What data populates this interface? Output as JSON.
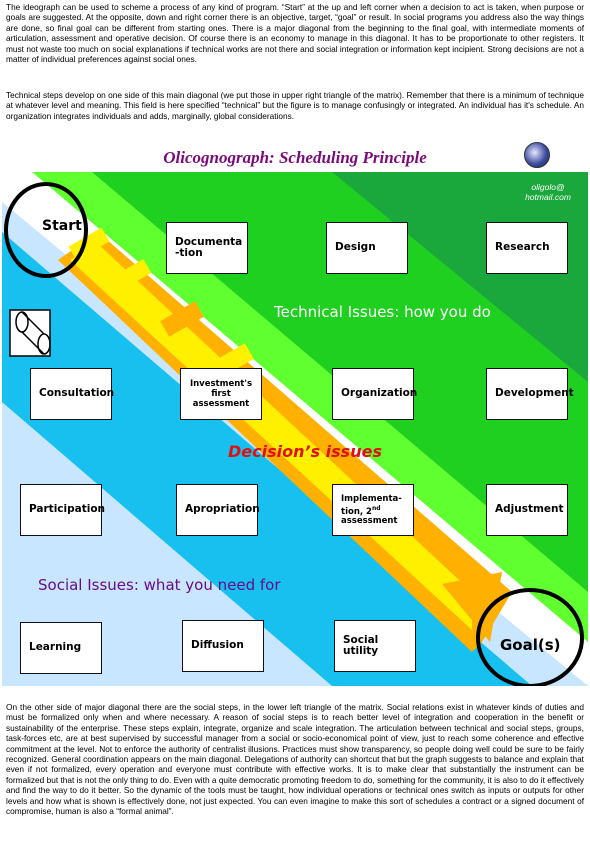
{
  "intro_paragraph_1": "The ideograph can be used to scheme a process of any kind of program. “Start” at the up and left corner when a decision to act is taken, when purpose or goals are suggested. At the opposite, down and right corner there is an objective, target, “goal” or result. In social programs you address also the way things are done, so final goal can be different from starting ones. There is a major diagonal from the beginning to the final goal, with intermediate moments of articulation, assessment and operative decision. Of course there is an economy to manage in this diagonal. It has to be proportionate to other registers. It must not waste too much on social explanations if technical works are not there and social integration or information kept incipient. Strong decisions are not a matter of individual preferences against social ones.",
  "intro_paragraph_2": "Technical steps develop on one side of this main diagonal (we put those in upper right triangle of the matrix). Remember that there is a minimum of technique at whatever level and meaning. This field is here specified “technical” but the figure is to manage confusingly or integrated. An individual has it's schedule. An organization integrates individuals and adds, marginally, global considerations.",
  "diagram": {
    "title": "Olicognograph: Scheduling Principle",
    "email_line1": "oligolo@",
    "email_line2": "hotmail.com",
    "start_label": "Start",
    "goal_label": "Goal(s)",
    "technical_issues": "Technical Issues: how you do",
    "decision_issues": "Decision’s issues",
    "social_issues": "Social Issues: what you need for",
    "boxes": {
      "documentation": "Documenta -tion",
      "design": "Design",
      "research": "Research",
      "consultation": "Consultation",
      "investment": "Investment's first assessment",
      "organization": "Organization",
      "development": "Development",
      "participation": "Participation",
      "appropriation": "Apropriation",
      "implementation_a": "Implementa-tion, 2",
      "implementation_sup": "nd",
      "implementation_b": "assessment",
      "adjustment": "Adjustment",
      "learning": "Learning",
      "diffusion": "Diffusion",
      "social_utility": "Social utility"
    },
    "colors": {
      "dark_green": "#1aa83c",
      "green": "#20d020",
      "light_green": "#60ff30",
      "white_band": "#ffffff",
      "cyan": "#18c0f0",
      "light_blue": "#c8e6ff",
      "arrow_yellow": "#fff000",
      "arrow_orange": "#ffb000"
    }
  },
  "outro_paragraph": "On the other side of major diagonal there are the social steps, in the lower left triangle of the matrix. Social relations exist in whatever kinds of duties and must be formalized only when and where necessary. A reason of social steps is to reach better level of integration and cooperation in the benefit or sustainability of the enterprise. These steps explain, integrate, organize and scale integration. The articulation between technical and social steps, groups, task-forces etc, are at best supervised by successful manager from a social or socio-economical point of view, just to reach some coherence and effective commitment at the level. Not to enforce the authority of centralist illusions. Practices must show transparency, so people doing well could be sure to be fairly recognized. General coordination appears on the main diagonal. Delegations of authority can shortcut that but the graph suggests to balance and explain that even if not formalized, every operation and everyone must contribute with effective works. It is to make clear that substantially the instrument can be formalized but that is not the only thing to do. Even with a quite democratic promoting freedom to do, something for the community, it is also to do it effectively and find the way to do it better. So the dynamic of the tools must be taught, how individual operations or technical ones switch as inputs or outputs for other levels and how what is shown is effectively done, not just expected. You can even imagine to make this sort of schedules a contract or a signed document of compromise, human is also a “formal animal”."
}
